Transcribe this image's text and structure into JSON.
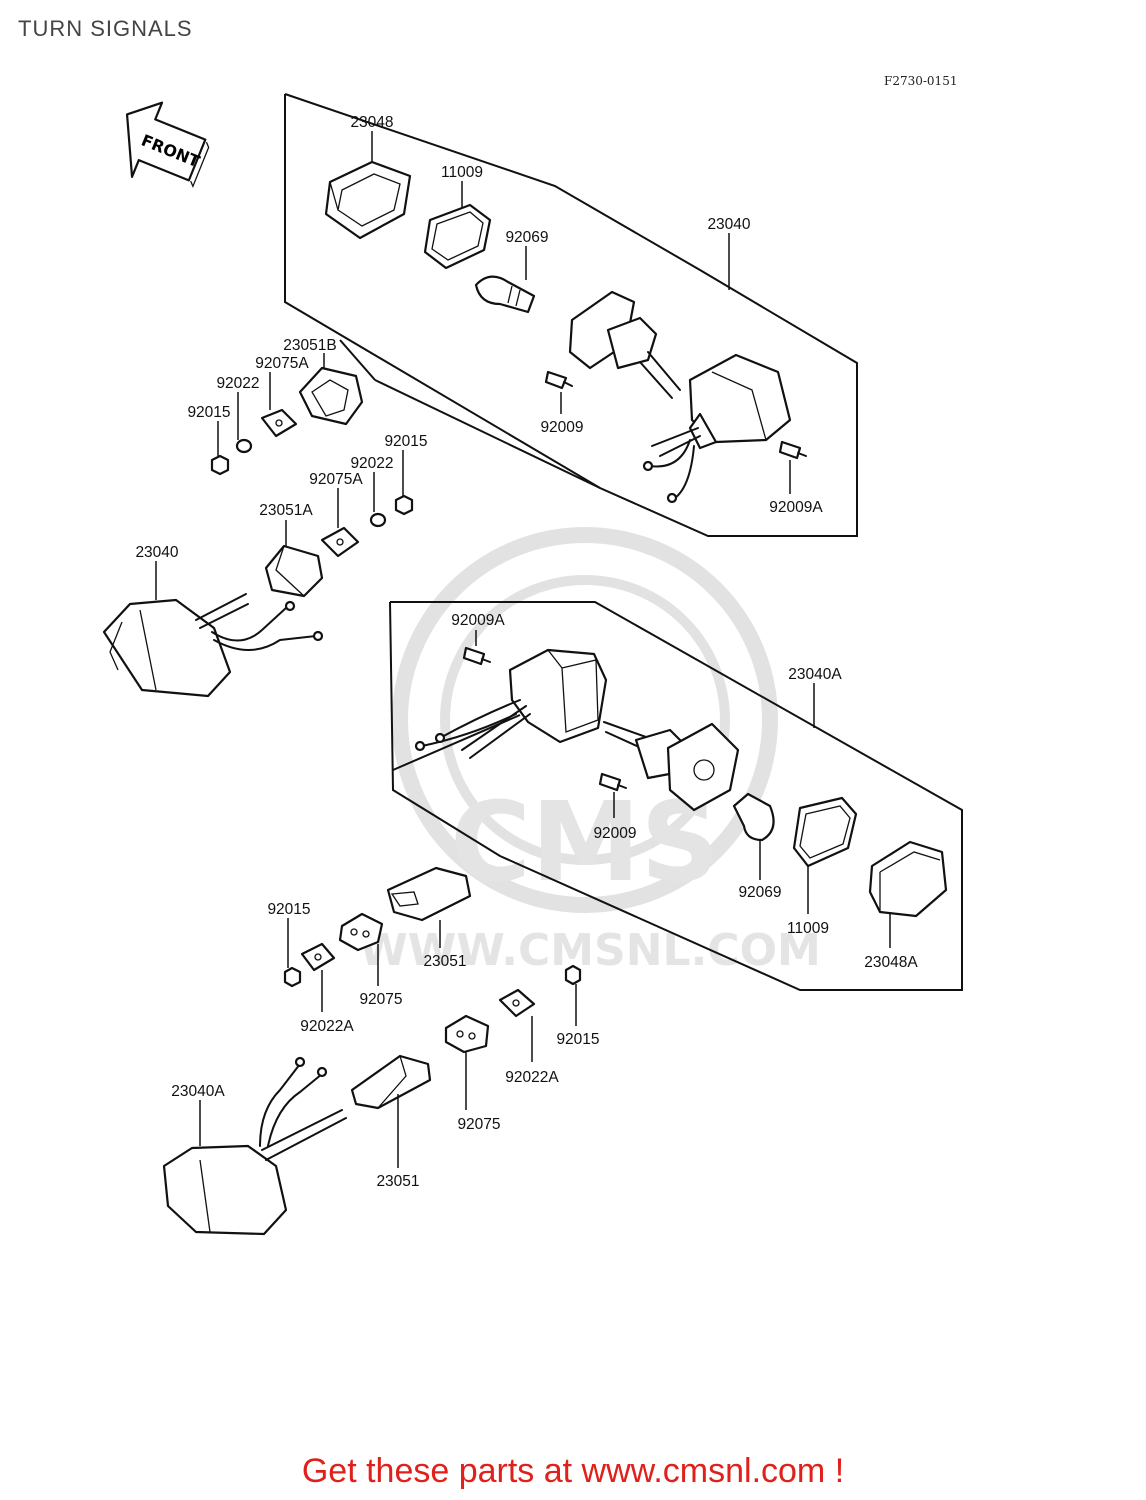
{
  "title": "TURN SIGNALS",
  "diagram_code": "F2730-0151",
  "front_label": "FRONT",
  "watermark": {
    "brand": "CMS",
    "url": "WWW.CMSNL.COM"
  },
  "footer": "Get these parts at www.cmsnl.com !",
  "callouts": [
    {
      "id": "c1",
      "text": "23048"
    },
    {
      "id": "c2",
      "text": "11009"
    },
    {
      "id": "c3",
      "text": "92069"
    },
    {
      "id": "c4",
      "text": "23040"
    },
    {
      "id": "c5",
      "text": "23051B"
    },
    {
      "id": "c6",
      "text": "92075A"
    },
    {
      "id": "c7",
      "text": "92022"
    },
    {
      "id": "c8",
      "text": "92015"
    },
    {
      "id": "c9",
      "text": "92009"
    },
    {
      "id": "c10",
      "text": "92015"
    },
    {
      "id": "c11",
      "text": "92022"
    },
    {
      "id": "c12",
      "text": "92075A"
    },
    {
      "id": "c13",
      "text": "23051A"
    },
    {
      "id": "c14",
      "text": "92009A"
    },
    {
      "id": "c15",
      "text": "23040"
    },
    {
      "id": "c16",
      "text": "92009A"
    },
    {
      "id": "c17",
      "text": "23040A"
    },
    {
      "id": "c18",
      "text": "92009"
    },
    {
      "id": "c19",
      "text": "92069"
    },
    {
      "id": "c20",
      "text": "11009"
    },
    {
      "id": "c21",
      "text": "23048A"
    },
    {
      "id": "c22",
      "text": "92015"
    },
    {
      "id": "c23",
      "text": "23051"
    },
    {
      "id": "c24",
      "text": "92075"
    },
    {
      "id": "c25",
      "text": "92022A"
    },
    {
      "id": "c26",
      "text": "92015"
    },
    {
      "id": "c27",
      "text": "92022A"
    },
    {
      "id": "c28",
      "text": "23040A"
    },
    {
      "id": "c29",
      "text": "92075"
    },
    {
      "id": "c30",
      "text": "23051"
    }
  ]
}
